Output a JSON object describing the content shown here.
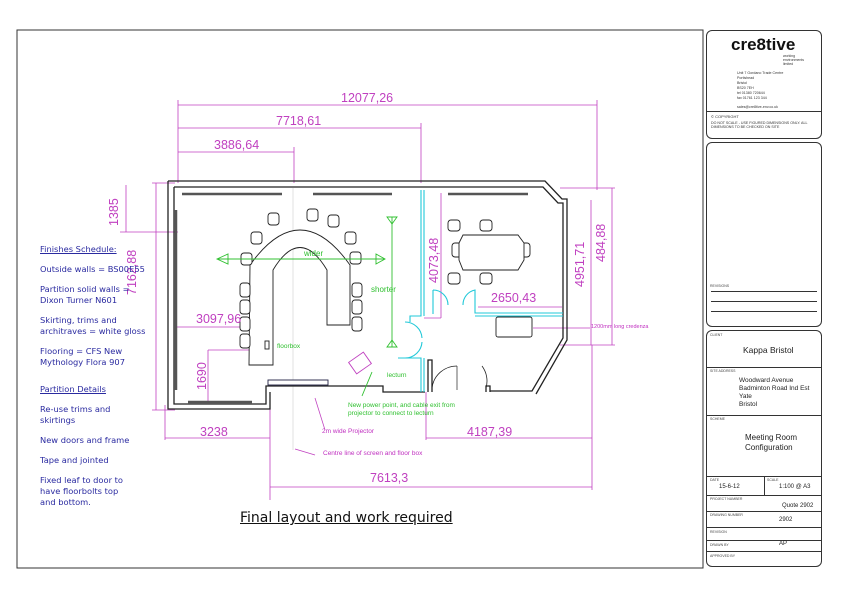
{
  "title_block": {
    "company": "cre8tive",
    "tagline": "working environments limited",
    "address_lines": [
      "Unit 7 Gordano Trade Centre",
      "Portishead",
      "Bristol",
      "BS20 7EH",
      "tel 01380 720644",
      "fax 01761 123 344"
    ],
    "email": "sales@cre8tive-env.co.uk",
    "copyright": "COPYRIGHT",
    "disclaimer": "DO NOT SCALE - USE FIGURED DIMENSIONS ONLY. ALL DIMENSIONS TO BE CHECKED ON SITE",
    "revisions_label": "REVISIONS",
    "client_label": "CLIENT",
    "client": "Kappa Bristol",
    "site_label": "SITE ADDRESS",
    "site_address": [
      "Woodward Avenue",
      "Badminton Road Ind Est",
      "Yate",
      "Bristol"
    ],
    "scheme_label": "SCHEME",
    "scheme": [
      "Meeting Room",
      "Configuration"
    ],
    "date_label": "DATE",
    "date": "15-6-12",
    "scale_label": "SCALE",
    "scale": "1:100 @ A3",
    "project_label": "PROJECT NUMBER",
    "project": "Quote 2902",
    "drawing_label": "DRAWING NUMBER",
    "drawing": "2902",
    "revision_label": "REVISION",
    "drawn_label": "DRAWN BY",
    "drawn": "AP",
    "approved_label": "APPROVED BY"
  },
  "notes": {
    "finishes_heading": "Finishes Schedule:",
    "finishes": [
      "Outside walls = BS00E55",
      "Partition solid walls = Dixon Turner N601",
      "Skirting, trims and architraves = white gloss",
      "Flooring = CFS New Mythology Flora 907"
    ],
    "partition_heading": "Partition Details",
    "partition": [
      "Re-use trims and skirtings",
      "New doors and frame",
      "Tape and jointed",
      "Fixed leaf to door to have floorbolts top and bottom."
    ]
  },
  "dimensions": {
    "total_width": "12077,26",
    "partition_offset": "7718,61",
    "left_offset": "3886,64",
    "left_height": "7162,88",
    "top_small": "1385",
    "partition_depth": "4073,48",
    "right_height": "4951,71",
    "right_small": "484,88",
    "credenza_run": "2650,43",
    "floorbox_x": "3097,96",
    "floorbox_y": "1690",
    "bottom_left": "3238",
    "bottom_right": "4187,39",
    "bottom_total": "7613,3"
  },
  "annotations": {
    "wider": "wider",
    "shorter": "shorter",
    "floorbox": "floorbox",
    "lecturn": "lecturn",
    "power": "New power point, and cable exit from projector to connect to lecturn",
    "projector": "2m wide Projector",
    "centre_line": "Centre line of screen and floor box",
    "credenza": "1200mm long credenza"
  },
  "caption": "Final layout and work required",
  "colors": {
    "dimension": "#c040c0",
    "annotation": "#30c030",
    "partition": "#20c8d8",
    "notes": "#2a2aa0"
  }
}
